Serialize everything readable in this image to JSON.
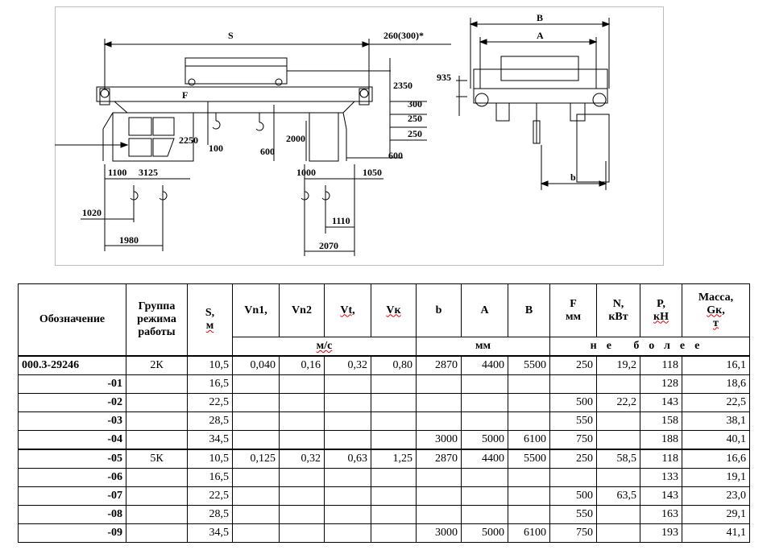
{
  "drawing": {
    "dims": {
      "S": "S",
      "s260": "260(300)*",
      "d2350": "2350",
      "d300": "300",
      "d250a": "250",
      "d250b": "250",
      "d600b": "600",
      "d2000": "2000",
      "d600a": "600",
      "d2250": "2250",
      "d100": "100",
      "F": "F",
      "d1100": "1100",
      "d3125": "3125",
      "d1020": "1020",
      "d1980": "1980",
      "d1000": "1000",
      "d1050": "1050",
      "d1110": "1110",
      "d2070": "2070",
      "B": "B",
      "A": "A",
      "d935": "935",
      "b": "b"
    }
  },
  "table": {
    "headers": {
      "designation": "Обозначение",
      "mode_group_1": "Группа",
      "mode_group_2": "режима",
      "mode_group_3": "работы",
      "S_1": "S,",
      "S_2": "м",
      "vn1": "Vn1,",
      "vn2": "Vn2",
      "vt": "Vt,",
      "vk": "Vк",
      "b": "b",
      "A": "A",
      "B": "B",
      "F_1": "F",
      "F_2": "мм",
      "N_1": "N,",
      "N_2": "кВт",
      "P_1": "P,",
      "P_2": "кН",
      "mass_1": "Масса,",
      "mass_2": "Gк,",
      "mass_3": "т"
    },
    "units": {
      "speed": "м/с",
      "mm": "мм",
      "max": "не более"
    },
    "rows": [
      {
        "designation": "000.3-29246",
        "group": "2К",
        "S": "10,5",
        "vn1": "0,040",
        "vn2": "0,16",
        "vt": "0,32",
        "vk": "0,80",
        "b": "2870",
        "A": "4400",
        "B": "5500",
        "F": "250",
        "N": "19,2",
        "P": "118",
        "mass": "16,1"
      },
      {
        "designation": "-01",
        "group": "",
        "S": "16,5",
        "vn1": "",
        "vn2": "",
        "vt": "",
        "vk": "",
        "b": "",
        "A": "",
        "B": "",
        "F": "",
        "N": "",
        "P": "128",
        "mass": "18,6"
      },
      {
        "designation": "-02",
        "group": "",
        "S": "22,5",
        "vn1": "",
        "vn2": "",
        "vt": "",
        "vk": "",
        "b": "",
        "A": "",
        "B": "",
        "F": "500",
        "N": "22,2",
        "P": "143",
        "mass": "22,5"
      },
      {
        "designation": "-03",
        "group": "",
        "S": "28,5",
        "vn1": "",
        "vn2": "",
        "vt": "",
        "vk": "",
        "b": "",
        "A": "",
        "B": "",
        "F": "550",
        "N": "",
        "P": "158",
        "mass": "38,1"
      },
      {
        "designation": "-04",
        "group": "",
        "S": "34,5",
        "vn1": "",
        "vn2": "",
        "vt": "",
        "vk": "",
        "b": "3000",
        "A": "5000",
        "B": "6100",
        "F": "750",
        "N": "",
        "P": "188",
        "mass": "40,1"
      },
      {
        "designation": "-05",
        "group": "5К",
        "S": "10,5",
        "vn1": "0,125",
        "vn2": "0,32",
        "vt": "0,63",
        "vk": "1,25",
        "b": "2870",
        "A": "4400",
        "B": "5500",
        "F": "250",
        "N": "58,5",
        "P": "118",
        "mass": "16,6"
      },
      {
        "designation": "-06",
        "group": "",
        "S": "16,5",
        "vn1": "",
        "vn2": "",
        "vt": "",
        "vk": "",
        "b": "",
        "A": "",
        "B": "",
        "F": "",
        "N": "",
        "P": "133",
        "mass": "19,1"
      },
      {
        "designation": "-07",
        "group": "",
        "S": "22,5",
        "vn1": "",
        "vn2": "",
        "vt": "",
        "vk": "",
        "b": "",
        "A": "",
        "B": "",
        "F": "500",
        "N": "63,5",
        "P": "143",
        "mass": "23,0"
      },
      {
        "designation": "-08",
        "group": "",
        "S": "28,5",
        "vn1": "",
        "vn2": "",
        "vt": "",
        "vk": "",
        "b": "",
        "A": "",
        "B": "",
        "F": "550",
        "N": "",
        "P": "163",
        "mass": "29,1"
      },
      {
        "designation": "-09",
        "group": "",
        "S": "34,5",
        "vn1": "",
        "vn2": "",
        "vt": "",
        "vk": "",
        "b": "3000",
        "A": "5000",
        "B": "6100",
        "F": "750",
        "N": "",
        "P": "193",
        "mass": "41,1"
      }
    ]
  }
}
